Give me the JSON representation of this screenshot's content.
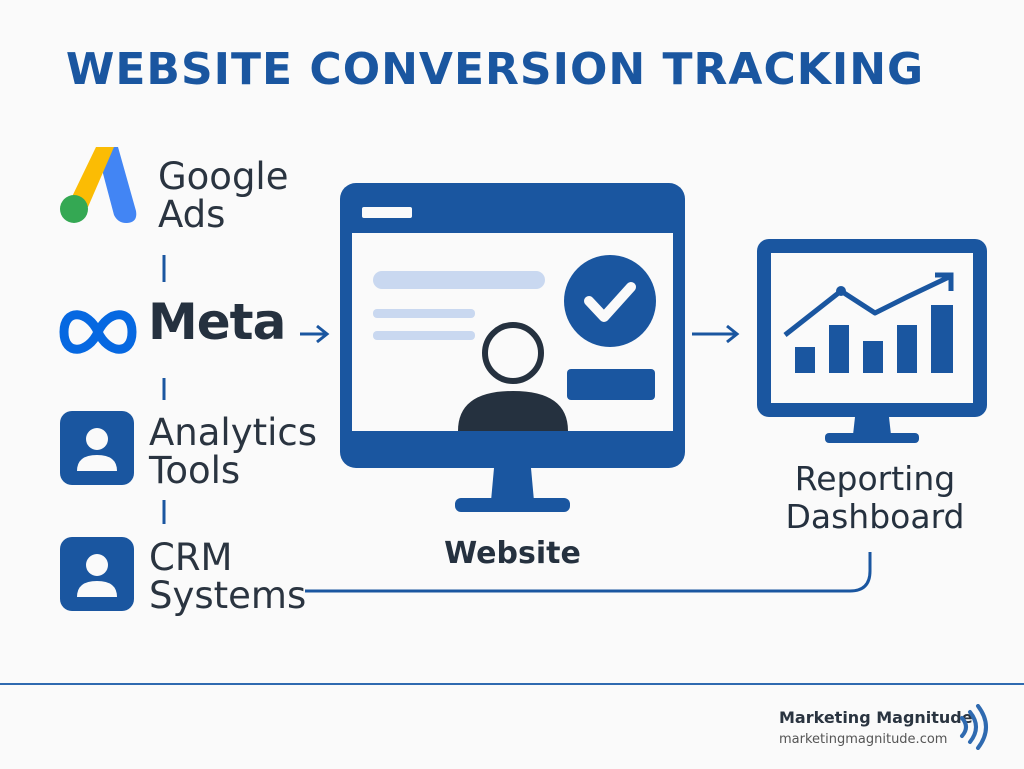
{
  "title": "WEBSITE CONVERSION TRACKING",
  "sources": {
    "google": {
      "name": "Google",
      "sub": "Ads"
    },
    "meta": {
      "name": "Meta"
    },
    "analytics": {
      "line1": "Analytics",
      "line2": "Tools"
    },
    "crm": {
      "line1": "CRM",
      "line2": "Systems"
    }
  },
  "website": {
    "label": "Website"
  },
  "dashboard": {
    "line1": "Reporting",
    "line2": "Dashboard"
  },
  "footer": {
    "brand": "Marketing Magnitude",
    "url": "marketingmagnitude.com"
  },
  "colors": {
    "primary": "#1a56a0",
    "dark": "#25313f",
    "light_blue": "#c9d8f0",
    "google_blue": "#4285f4",
    "google_yellow": "#fbbc04",
    "google_green": "#34a853",
    "meta_blue": "#0668e1"
  }
}
